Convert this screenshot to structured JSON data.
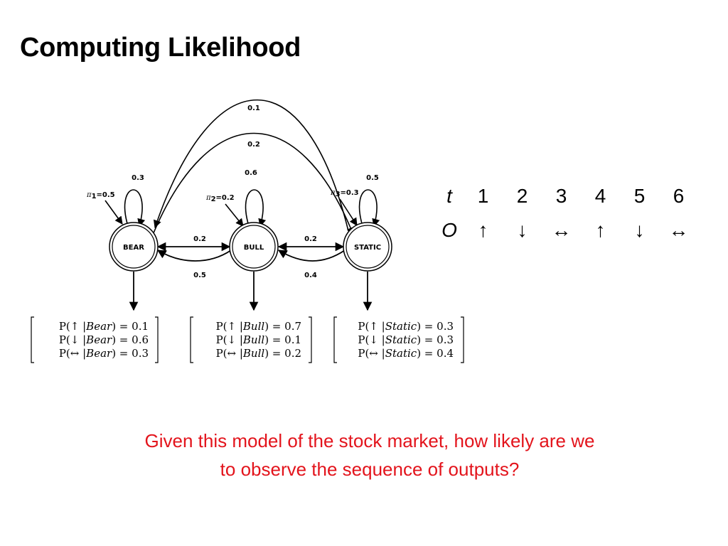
{
  "title": "Computing Likelihood",
  "diagram": {
    "states": {
      "bear": "BEAR",
      "bull": "BULL",
      "static": "STATIC"
    },
    "initial": {
      "bear": {
        "symbol": "π",
        "index": "1",
        "value": "=0.5"
      },
      "bull": {
        "symbol": "π",
        "index": "2",
        "value": "=0.2"
      },
      "static": {
        "symbol": "π",
        "index": "3",
        "value": "=0.3"
      }
    },
    "transitions": {
      "bear_bear": "0.3",
      "bull_bull": "0.6",
      "static_static": "0.5",
      "bear_bull": "0.2",
      "bull_bear": "0.5",
      "bull_static": "0.2",
      "static_bull": "0.4",
      "static_bear_outer": "0.1",
      "static_bear_inner": "0.2"
    },
    "emissions": {
      "bear": [
        {
          "pre": "P(↑ |",
          "state": "Bear",
          "post": ") = 0.1"
        },
        {
          "pre": "P(↓ |",
          "state": "Bear",
          "post": ") = 0.6"
        },
        {
          "pre": "P(↔ |",
          "state": "Bear",
          "post": ") = 0.3"
        }
      ],
      "bull": [
        {
          "pre": "P(↑ |",
          "state": "Bull",
          "post": ") = 0.7"
        },
        {
          "pre": "P(↓ |",
          "state": "Bull",
          "post": ") = 0.1"
        },
        {
          "pre": "P(↔ |",
          "state": "Bull",
          "post": ") = 0.2"
        }
      ],
      "static": [
        {
          "pre": "P(↑ |",
          "state": "Static",
          "post": ") = 0.3"
        },
        {
          "pre": "P(↓ |",
          "state": "Static",
          "post": ") = 0.3"
        },
        {
          "pre": "P(↔ |",
          "state": "Static",
          "post": ") = 0.4"
        }
      ]
    }
  },
  "sequence": {
    "t_label": "t",
    "o_label": "O",
    "t": [
      "1",
      "2",
      "3",
      "4",
      "5",
      "6"
    ],
    "o": [
      "↑",
      "↓",
      "↔",
      "↑",
      "↓",
      "↔"
    ]
  },
  "question": "Given this model of the stock market, how likely are we to observe the sequence of outputs?",
  "colors": {
    "question_text": "#e3141c",
    "diagram_ink": "#000000"
  }
}
